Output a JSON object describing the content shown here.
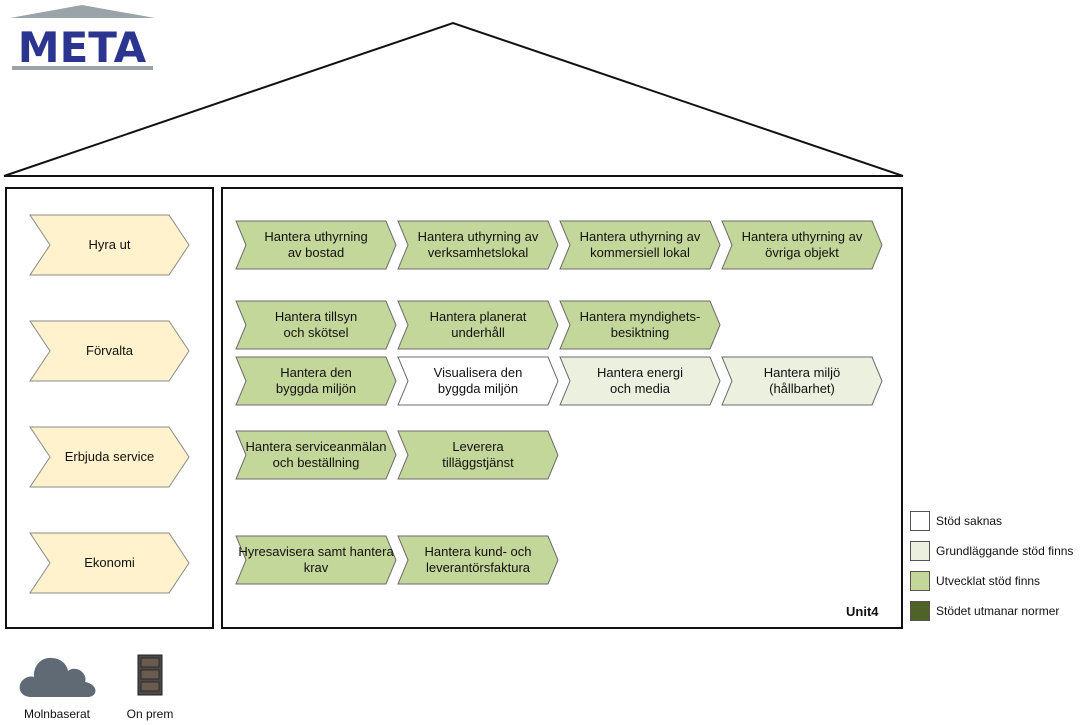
{
  "logo": {
    "text": "META",
    "color": "#2b3590",
    "accent": "#9aa3a8"
  },
  "process_areas": [
    {
      "label": "Hyra ut"
    },
    {
      "label": "Förvalta"
    },
    {
      "label": "Erbjuda service"
    },
    {
      "label": "Ekonomi"
    }
  ],
  "capabilities": [
    {
      "label": "Hantera uthyrning\nav bostad",
      "support": "developed"
    },
    {
      "label": "Hantera uthyrning av\nverksamhetslokal",
      "support": "developed"
    },
    {
      "label": "Hantera uthyrning av\nkommersiell lokal",
      "support": "developed"
    },
    {
      "label": "Hantera uthyrning av\növriga objekt",
      "support": "developed"
    },
    {
      "label": "Hantera tillsyn\noch skötsel",
      "support": "developed"
    },
    {
      "label": "Hantera planerat\nunderhåll",
      "support": "developed"
    },
    {
      "label": "Hantera myndighets-\nbesiktning",
      "support": "developed"
    },
    {
      "label": "Hantera den\nbyggda miljön",
      "support": "developed"
    },
    {
      "label": "Visualisera den\nbyggda miljön",
      "support": "none"
    },
    {
      "label": "Hantera energi\noch media",
      "support": "basic"
    },
    {
      "label": "Hantera miljö\n(hållbarhet)",
      "support": "basic"
    },
    {
      "label": "Hantera serviceanmälan\noch beställning",
      "support": "developed"
    },
    {
      "label": "Leverera\ntilläggstjänst",
      "support": "developed"
    },
    {
      "label": "Hyresavisera samt hantera\nkrav",
      "support": "developed"
    },
    {
      "label": "Hantera kund- och\nleverantörsfaktura",
      "support": "developed"
    }
  ],
  "system_label": "Unit4",
  "legend": [
    {
      "key": "none",
      "label": "Stöd saknas",
      "color": "#ffffff"
    },
    {
      "key": "basic",
      "label": "Grundläggande stöd finns",
      "color": "#ebf1de"
    },
    {
      "key": "developed",
      "label": "Utvecklat stöd finns",
      "color": "#c4d79b"
    },
    {
      "key": "challenging",
      "label": "Stödet utmanar normer",
      "color": "#4f6228"
    }
  ],
  "process_area_color": "#fff2cc",
  "deployment_icons": [
    {
      "icon": "cloud-icon",
      "label": "Molnbaserat"
    },
    {
      "icon": "server-icon",
      "label": "On prem"
    }
  ]
}
